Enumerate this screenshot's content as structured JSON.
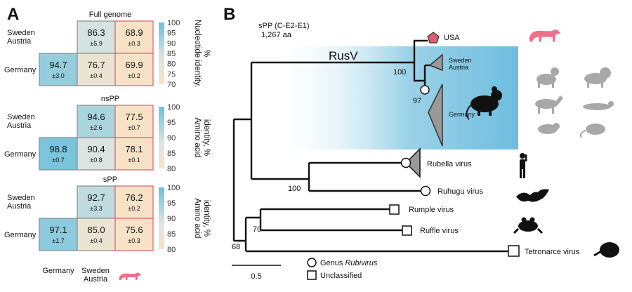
{
  "panel_a": {
    "label": "A",
    "column_labels": [
      "Germany",
      "Sweden\nAustria"
    ],
    "blocks": [
      {
        "id": "full",
        "title": "Full genome",
        "row_top": "Sweden\nAustria",
        "row_bottom": "Germany",
        "top_middle": {
          "value": "86.3",
          "sd": "±5.9"
        },
        "top_right": {
          "value": "68.9",
          "sd": "±0.3"
        },
        "bottom_left": {
          "value": "94.7",
          "sd": "±3.0"
        },
        "bottom_middle": {
          "value": "76.7",
          "sd": "±0.4"
        },
        "bottom_right": {
          "value": "69.9",
          "sd": "±0.2"
        },
        "scale_label": "Nucleotide identity, %",
        "scale_ticks": [
          "100",
          "95",
          "90",
          "85",
          "80",
          "75",
          "70"
        ],
        "scale_range": [
          70,
          100
        ]
      },
      {
        "id": "nspp",
        "title": "nsPP",
        "row_top": "Sweden\nAustria",
        "row_bottom": "Germany",
        "top_middle": {
          "value": "94.6",
          "sd": "±2.6"
        },
        "top_right": {
          "value": "77.5",
          "sd": "±0.7"
        },
        "bottom_left": {
          "value": "98.8",
          "sd": "±0.7"
        },
        "bottom_middle": {
          "value": "90.4",
          "sd": "±0.8"
        },
        "bottom_right": {
          "value": "78.1",
          "sd": "±0.1"
        },
        "scale_label": "Amino acid identity, %",
        "scale_ticks": [
          "100",
          "95",
          "90",
          "85",
          "80"
        ],
        "scale_range": [
          80,
          100
        ]
      },
      {
        "id": "spp",
        "title": "sPP",
        "row_top": "Sweden\nAustria",
        "row_bottom": "Germany",
        "top_middle": {
          "value": "92.7",
          "sd": "±3.3"
        },
        "top_right": {
          "value": "76.2",
          "sd": "±0.2"
        },
        "bottom_left": {
          "value": "97.1",
          "sd": "±1.7"
        },
        "bottom_middle": {
          "value": "85.0",
          "sd": "±0.4"
        },
        "bottom_right": {
          "value": "75.6",
          "sd": "±0.3"
        },
        "scale_label": "Amino acid identity, %",
        "scale_ticks": [
          "100",
          "95",
          "90",
          "85",
          "80"
        ],
        "scale_range": [
          80,
          100
        ]
      }
    ]
  },
  "panel_b": {
    "label": "B",
    "tree_title_1": "sPP (C-E2-E1)",
    "tree_title_2": "1,267 aa",
    "clade_label": "RusV",
    "taxa": {
      "usa": "USA",
      "sweden": "Sweden\nAustria",
      "germany": "Germany",
      "rubella": "Rubella virus",
      "ruhugu": "Ruhugu virus",
      "rumple": "Rumple virus",
      "ruffle": "Ruffle virus",
      "tetronarce": "Tetronarce virus"
    },
    "bootstrap": {
      "rusv": "100",
      "germany_node": "97",
      "rubella_ruhugu": "100",
      "rumple_ruffle": "70",
      "root": "68"
    },
    "scale_bar": "0.5",
    "legend": {
      "circle_prefix": "Genus ",
      "circle_italic": "Rubivirus",
      "square": "Unclassified"
    },
    "colors": {
      "clade_bg": "#7ac3e0",
      "usa_marker": "#e15b74",
      "host_gray": "#a8a8a8",
      "lion_red": "#f0708a"
    }
  }
}
